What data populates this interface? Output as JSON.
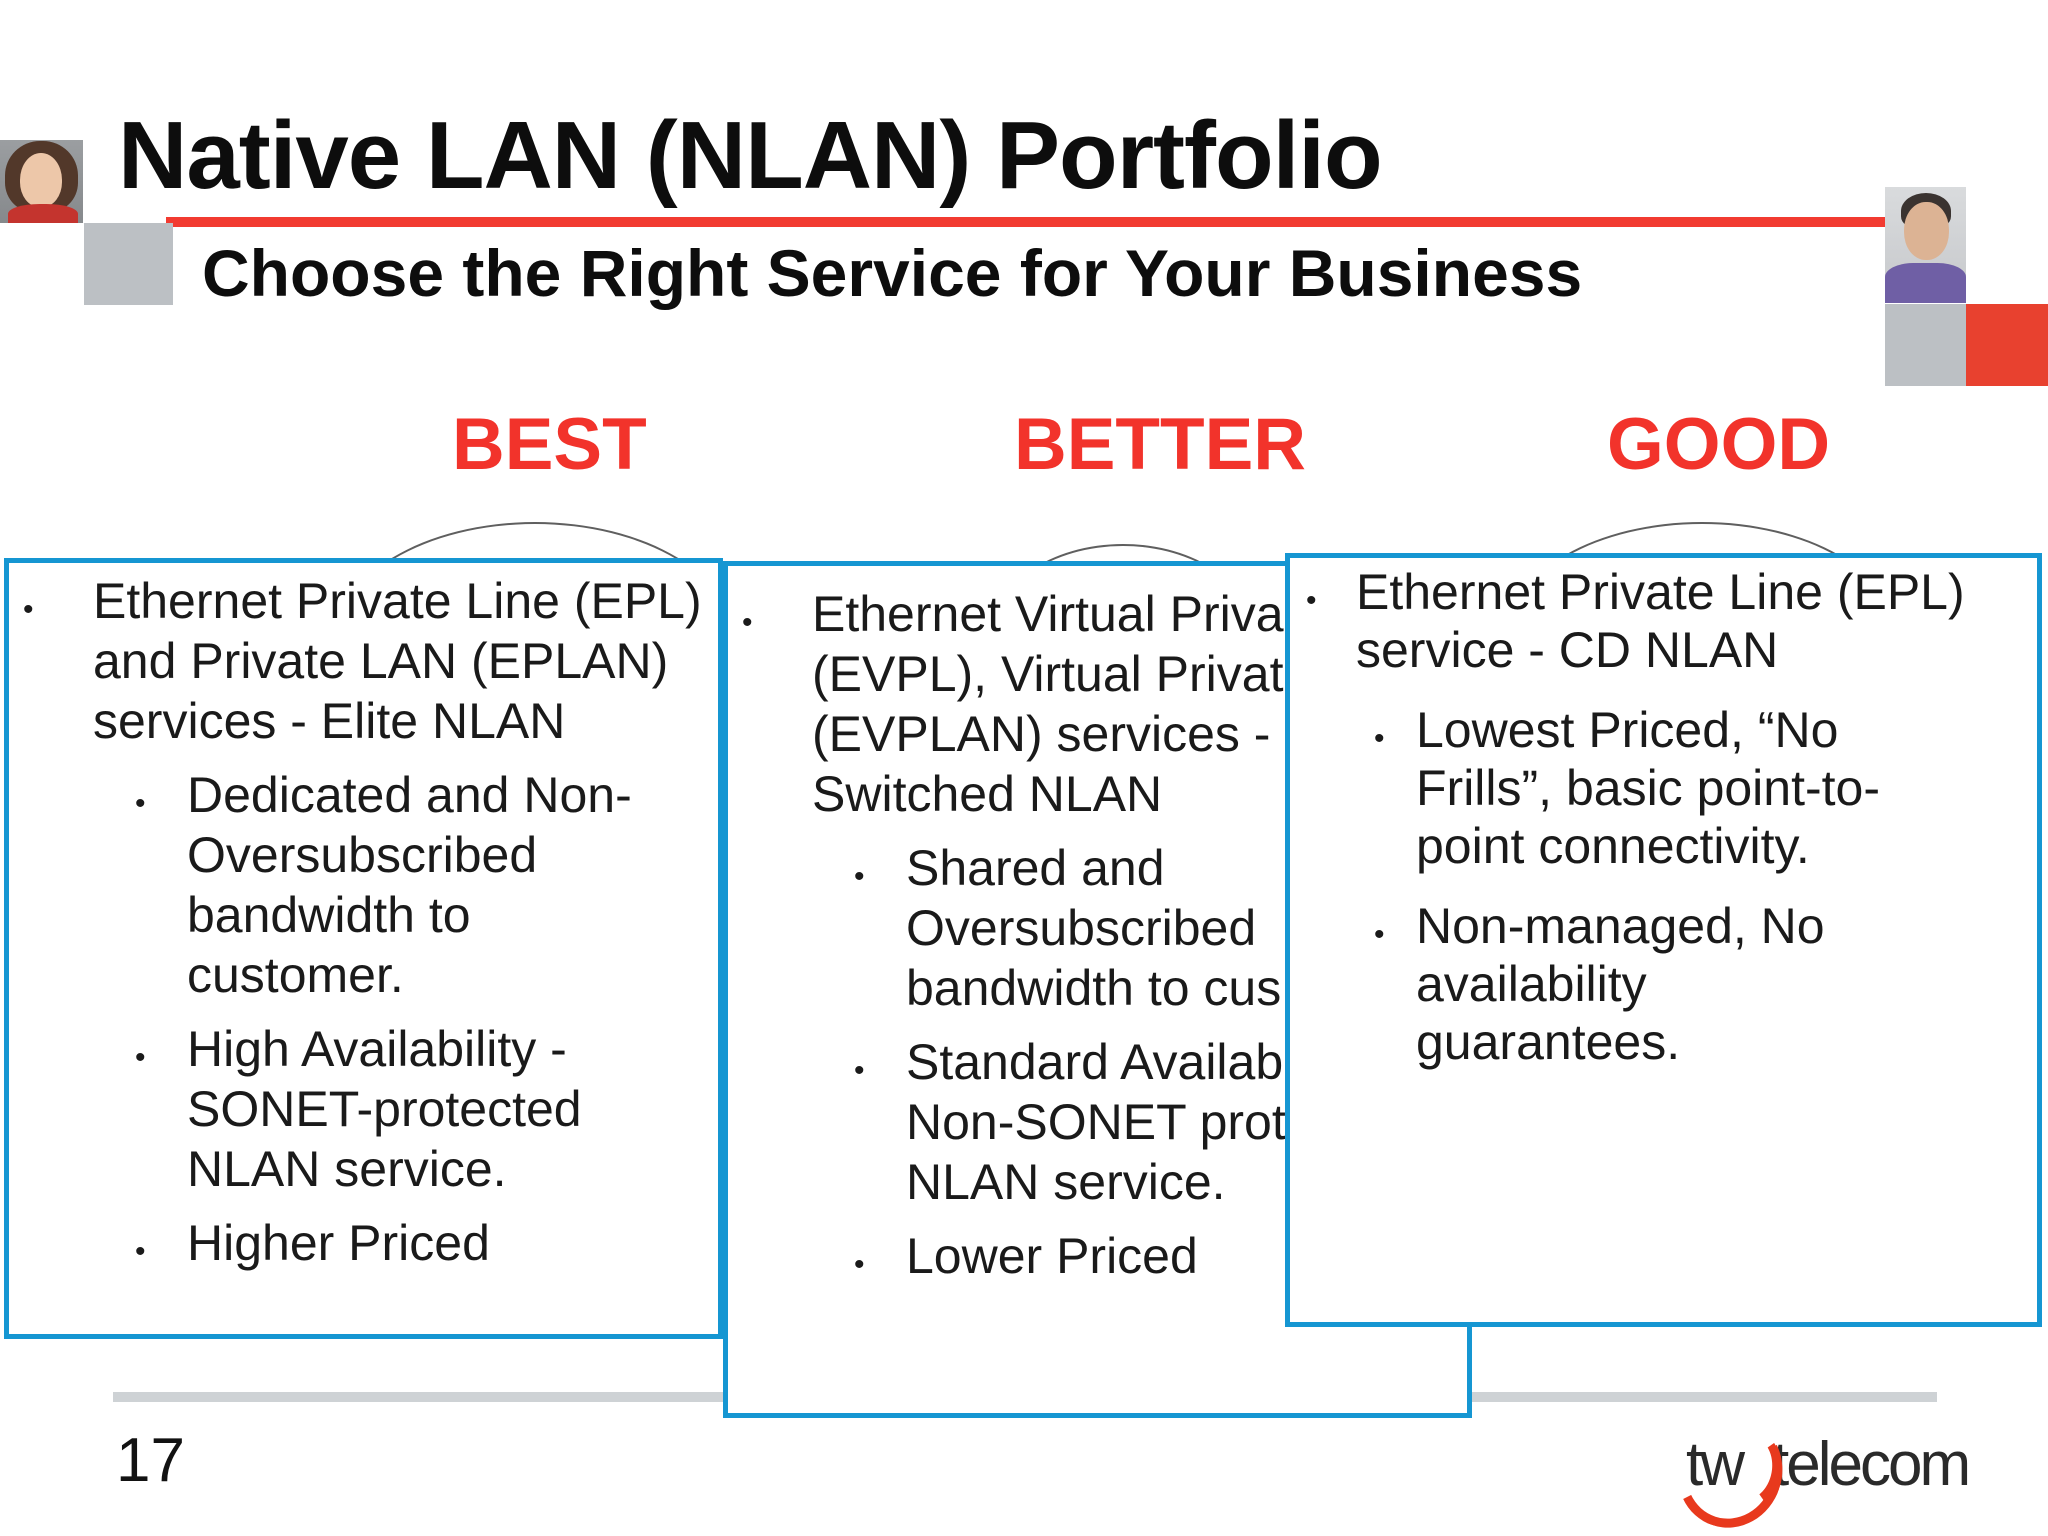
{
  "slide_title": "Native LAN (NLAN) Portfolio",
  "subtitle": "Choose the Right Service for Your Business",
  "page_number": "17",
  "logo": {
    "tw": "tw",
    "telecom": "telecom"
  },
  "colors": {
    "box_border_teal": "#1596d2",
    "heading_red": "#f2332b",
    "underline_red": "#f23b31",
    "red_square": "#e8412f",
    "gray_square": "#bcc0c4",
    "divider_gray": "#ced2d5",
    "logo_red": "#e8391d"
  },
  "columns": [
    {
      "id": "best",
      "label": "BEST",
      "bullets": [
        {
          "level": 1,
          "text": "Ethernet Private Line (EPL)\nand Private LAN (EPLAN)\nservices - Elite NLAN"
        },
        {
          "level": 2,
          "text": "Dedicated and Non-\nOversubscribed\nbandwidth to\ncustomer."
        },
        {
          "level": 2,
          "text": "High Availability -\nSONET-protected\nNLAN service."
        },
        {
          "level": 2,
          "text": "Higher Priced"
        }
      ]
    },
    {
      "id": "better",
      "label": "BETTER",
      "bullets": [
        {
          "level": 1,
          "text": "Ethernet Virtual Priva\n(EVPL), Virtual Privat\n(EVPLAN) services -\nSwitched NLAN"
        },
        {
          "level": 2,
          "text": "Shared and\nOversubscribed\nbandwidth to cus"
        },
        {
          "level": 2,
          "text": "Standard Availab\nNon-SONET prot\nNLAN service."
        },
        {
          "level": 2,
          "text": "Lower Priced"
        }
      ]
    },
    {
      "id": "good",
      "label": "GOOD",
      "bullets": [
        {
          "level": 1,
          "text": "Ethernet Private Line (EPL)\nservice - CD NLAN"
        },
        {
          "level": 2,
          "text": "Lowest Priced, “No\nFrills”, basic point-to-\npoint connectivity."
        },
        {
          "level": 2,
          "text": "Non-managed, No\navailability\nguarantees."
        }
      ]
    }
  ]
}
